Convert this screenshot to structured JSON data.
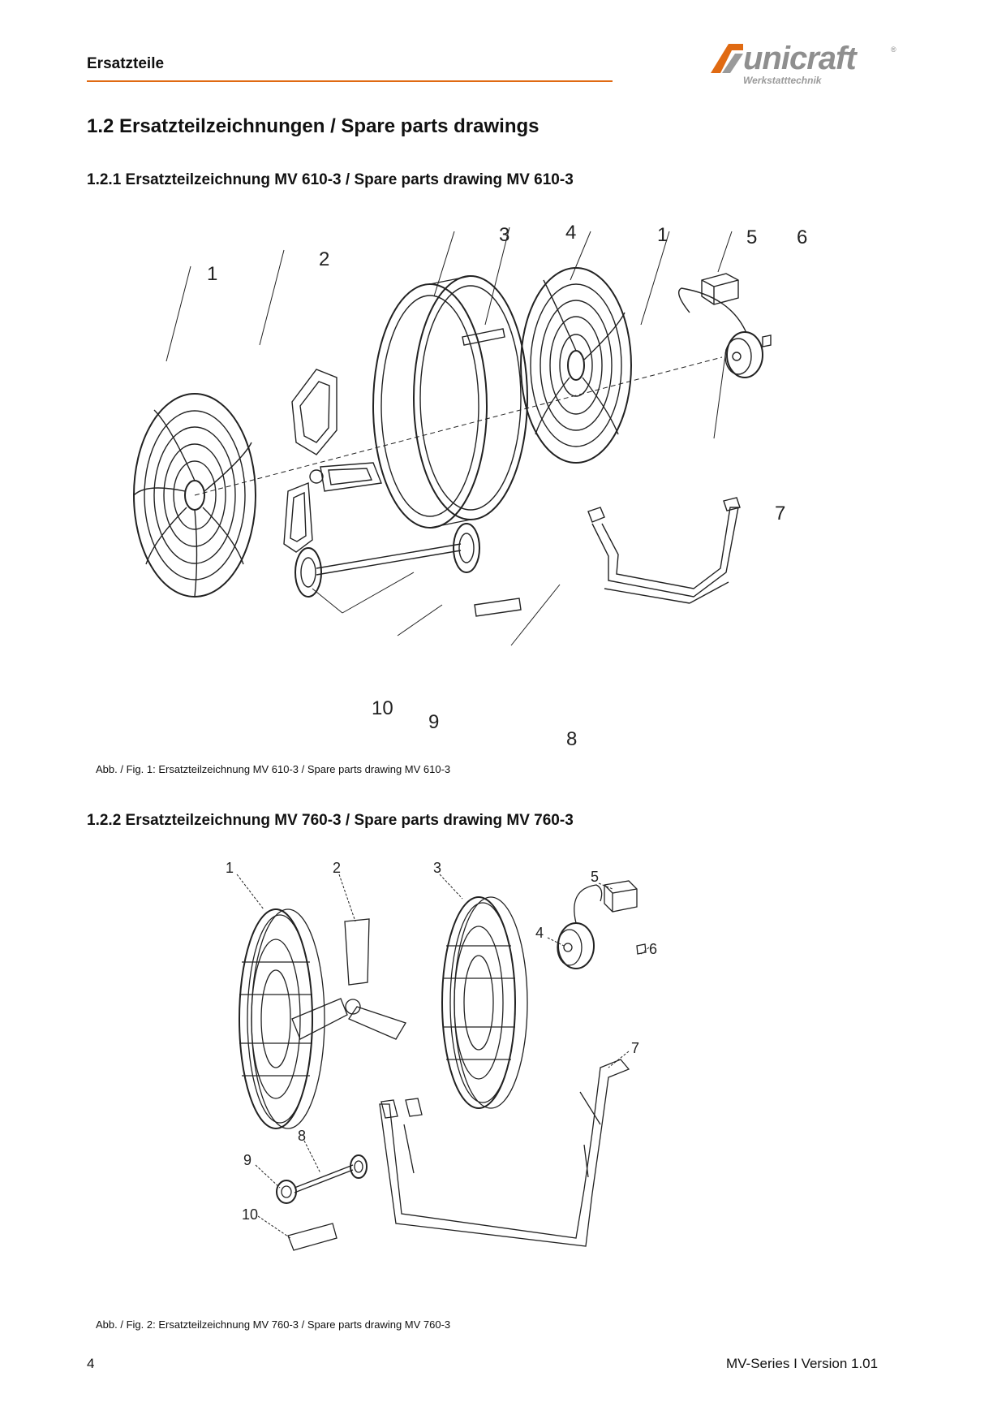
{
  "header": {
    "section_title": "Ersatzteile",
    "logo_text": "unicraft",
    "logo_registered": "®",
    "logo_subtitle": "Werkstatttechnik",
    "accent_color": "#e06a12"
  },
  "heading": "1.2  Ersatzteilzeichnungen / Spare parts drawings",
  "section1": {
    "title": "1.2.1 Ersatzteilzeichnung MV 610-3 / Spare parts drawing MV 610-3",
    "caption": "Abb. / Fig. 1: Ersatzteilzeichnung MV 610-3 / Spare parts drawing MV 610-3",
    "callouts": [
      "1",
      "2",
      "3",
      "4",
      "1",
      "5",
      "6",
      "7",
      "10",
      "9",
      "8"
    ]
  },
  "section2": {
    "title": "1.2.2  Ersatzteilzeichnung MV 760-3 / Spare parts drawing MV 760-3",
    "caption": "Abb. / Fig. 2: Ersatzteilzeichnung MV 760-3 / Spare parts drawing MV 760-3",
    "callouts": [
      "1",
      "2",
      "3",
      "5",
      "4",
      "6",
      "7",
      "8",
      "9",
      "10"
    ]
  },
  "footer": {
    "page_number": "4",
    "version": "MV-Series I Version 1.01"
  }
}
